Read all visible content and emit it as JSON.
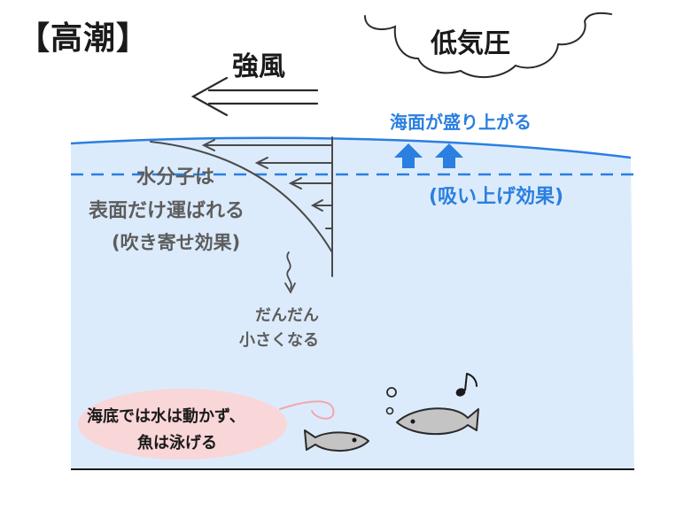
{
  "title": "【高潮】",
  "low_pressure": "低気圧",
  "strong_wind": "強風",
  "sea_rise": "海面が盛り上がる",
  "suction_effect": "(吸い上げ効果)",
  "molecules": {
    "line1": "水分子は",
    "line2": "表面だけ運ばれる",
    "line3": "(吹き寄せ効果)"
  },
  "diminish": {
    "line1": "だんだん",
    "line2": "小さくなる"
  },
  "seabed_note": {
    "line1": "海底では水は動かず、",
    "line2": "魚は泳げる"
  },
  "colors": {
    "water": "#dcebfb",
    "accent": "#2a7fe0",
    "pink": "#f9d6d8",
    "fish": "#c4c4c4"
  },
  "icons": [
    "cloud-icon",
    "wind-arrow-icon",
    "up-arrow-icon",
    "music-note-icon",
    "fish-icon",
    "bubble-icon"
  ]
}
